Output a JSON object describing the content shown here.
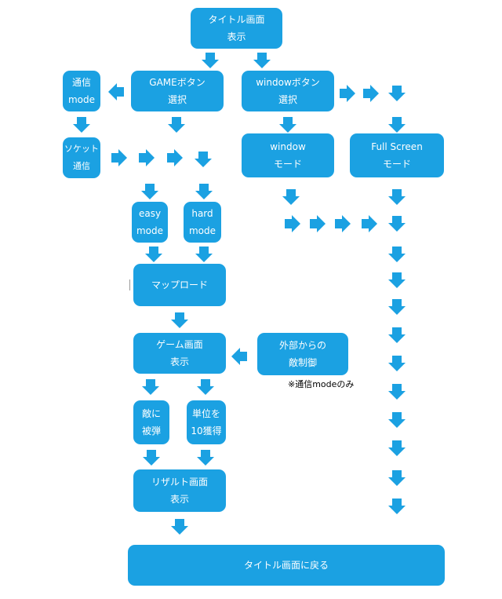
{
  "diagram": {
    "title_screen": [
      "タイトル画面",
      "表示"
    ],
    "game_button": [
      "GAMEボタン",
      "選択"
    ],
    "window_button": [
      "windowボタン",
      "選択"
    ],
    "comm_mode": [
      "通信",
      "mode"
    ],
    "socket_comm": [
      "ソケット",
      "通信"
    ],
    "window_mode": [
      "window",
      "モード"
    ],
    "fullscreen_mode": [
      "Full Screen",
      "モード"
    ],
    "easy_mode": [
      "easy",
      "mode"
    ],
    "hard_mode": [
      "hard",
      "mode"
    ],
    "map_load": [
      "マップロード"
    ],
    "game_screen": [
      "ゲーム画面",
      "表示"
    ],
    "enemy_control": [
      "外部からの",
      "敵制御"
    ],
    "comm_note": "※通信modeのみ",
    "hit_by_enemy": [
      "敵に",
      "被弾"
    ],
    "get_points": [
      "単位を",
      "10獲得"
    ],
    "result_screen": [
      "リザルト画面",
      "表示"
    ],
    "return_title": [
      "タイトル画面に戻る"
    ]
  },
  "colors": {
    "box": "#1ba1e2",
    "arrow": "#1ba1e2",
    "text": "#ffffff"
  }
}
